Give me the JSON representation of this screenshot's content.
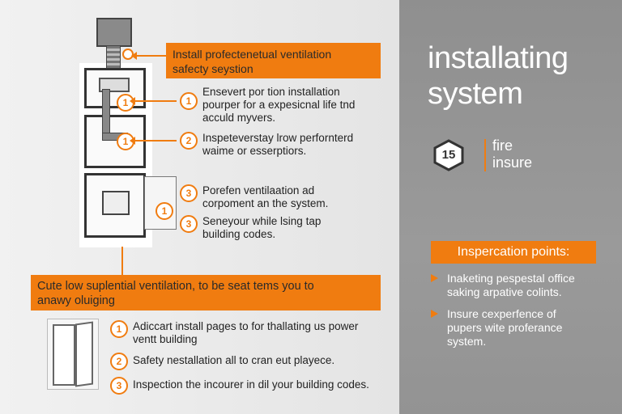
{
  "header_banner": {
    "line1": "Install profectenetual ventilation",
    "line2": "safecty seystion"
  },
  "steps_top": [
    {
      "number": "1",
      "text_line1": "Ensevert por tion installation",
      "text_line2": "pourper for a expesicnal life tnd",
      "text_line3": "acculd myvers."
    },
    {
      "number": "2",
      "text_line1": "Inspeteverstay lrow perfornterd",
      "text_line2": "waime or esserptiors."
    },
    {
      "number": "3",
      "text_line1": "Porefen ventilaation ad",
      "text_line2": "corpoment an the system."
    },
    {
      "number": "3",
      "text_line1": "Seneyour while lsing tap",
      "text_line2": "building codes."
    }
  ],
  "mid_banner": {
    "line1": "Cute low suplential ventilation, to be seat tems you to",
    "line2": "anawy oluiging"
  },
  "steps_bottom": [
    {
      "number": "1",
      "text_line1": "Adiccart install pages to for thallating us power",
      "text_line2": "ventt building"
    },
    {
      "number": "2",
      "text_line1": "Safety nestallation all to cran eut playece."
    },
    {
      "number": "3",
      "text_line1": "Inspection the incourer in dil your building codes."
    }
  ],
  "side": {
    "title_line1": "installating",
    "title_line2": "system",
    "badge_number": "15",
    "logo_line1": "fire",
    "logo_line2": "insure",
    "points_header": "Inspercation points:",
    "points": [
      {
        "line1": "Inaketing pespestal office",
        "line2": "saking arpative colints."
      },
      {
        "line1": "Insure cexperfence of",
        "line2": "pupers wite proferance",
        "line3": "system."
      }
    ]
  },
  "colors": {
    "accent": "#f07c10",
    "side_bg": "#939393",
    "text_dark": "#222222"
  }
}
